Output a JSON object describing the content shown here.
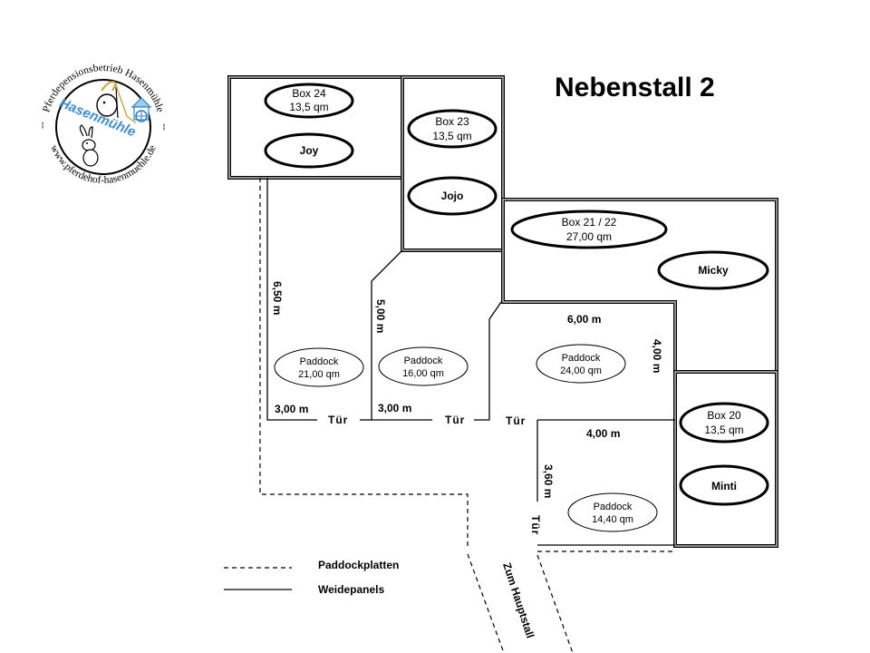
{
  "title": "Nebenstall 2",
  "logo": {
    "ring_text_top": "Pferdepensionsbetrieb Hasenmühle",
    "ring_text_bottom": "www.pferdehof-hasenmuehle.de",
    "separator": "--",
    "center_text": "Hasenmühle",
    "icons": [
      "horse-head-icon",
      "rabbit-icon",
      "watermill-icon"
    ],
    "accent_color": "#3b8fd8"
  },
  "boxes": [
    {
      "id": "box-24",
      "label": "Box 24",
      "area": "13,5 qm",
      "horse": "Joy"
    },
    {
      "id": "box-23",
      "label": "Box 23",
      "area": "13,5 qm",
      "horse": "Jojo"
    },
    {
      "id": "box-21-22",
      "label": "Box 21 / 22",
      "area": "27,00 qm",
      "horse": "Micky"
    },
    {
      "id": "box-20",
      "label": "Box 20",
      "area": "13,5 qm",
      "horse": "Minti"
    }
  ],
  "paddocks": [
    {
      "label": "Paddock",
      "area": "21,00 qm",
      "length": "6,50 m",
      "width": "3,00 m",
      "door": "Tür"
    },
    {
      "label": "Paddock",
      "area": "16,00 qm",
      "length": "5,00 m",
      "width": "3,00 m",
      "door": "Tür"
    },
    {
      "label": "Paddock",
      "area": "24,00 qm",
      "length": "4,00 m",
      "width": "6,00 m",
      "door": "Tür"
    },
    {
      "label": "Paddock",
      "area": "14,40 qm",
      "length": "3,60 m",
      "width": "4,00 m",
      "door": "Tür"
    }
  ],
  "path_label": "Zum Hauptstall",
  "legend": [
    {
      "style": "dashed",
      "label": "Paddockplatten"
    },
    {
      "style": "solid",
      "label": "Weidepanels"
    }
  ]
}
